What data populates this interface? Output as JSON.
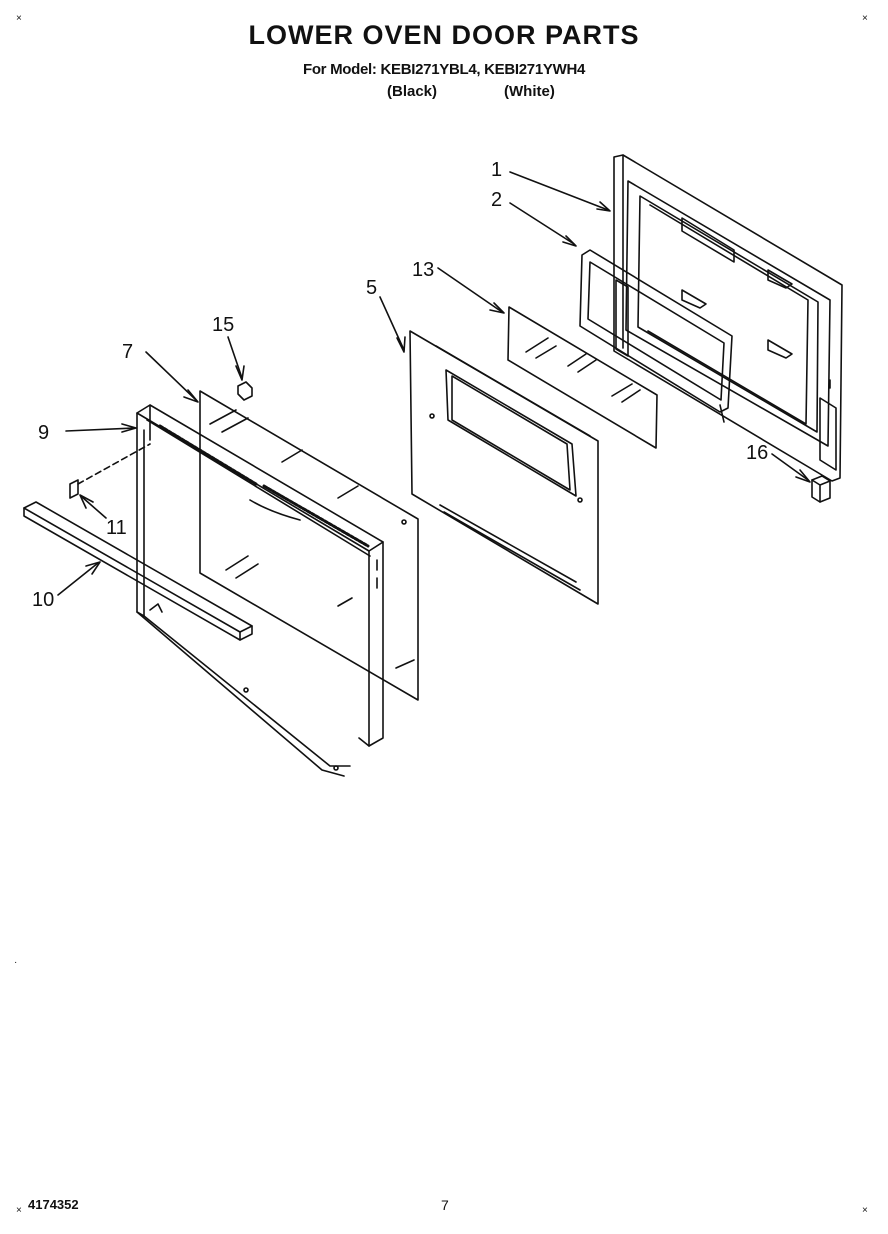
{
  "header": {
    "title": "LOWER OVEN DOOR PARTS",
    "model_line": "For Model: KEBI271YBL4, KEBI271YWH4",
    "color_black": "(Black)",
    "color_white": "(White)"
  },
  "callouts": {
    "c1": "1",
    "c2": "2",
    "c5": "5",
    "c7": "7",
    "c9": "9",
    "c10": "10",
    "c11": "11",
    "c13": "13",
    "c15": "15",
    "c16": "16"
  },
  "footer": {
    "part_number": "4174352",
    "page_number": "7"
  },
  "colors": {
    "ink": "#111111",
    "paper": "#ffffff"
  }
}
